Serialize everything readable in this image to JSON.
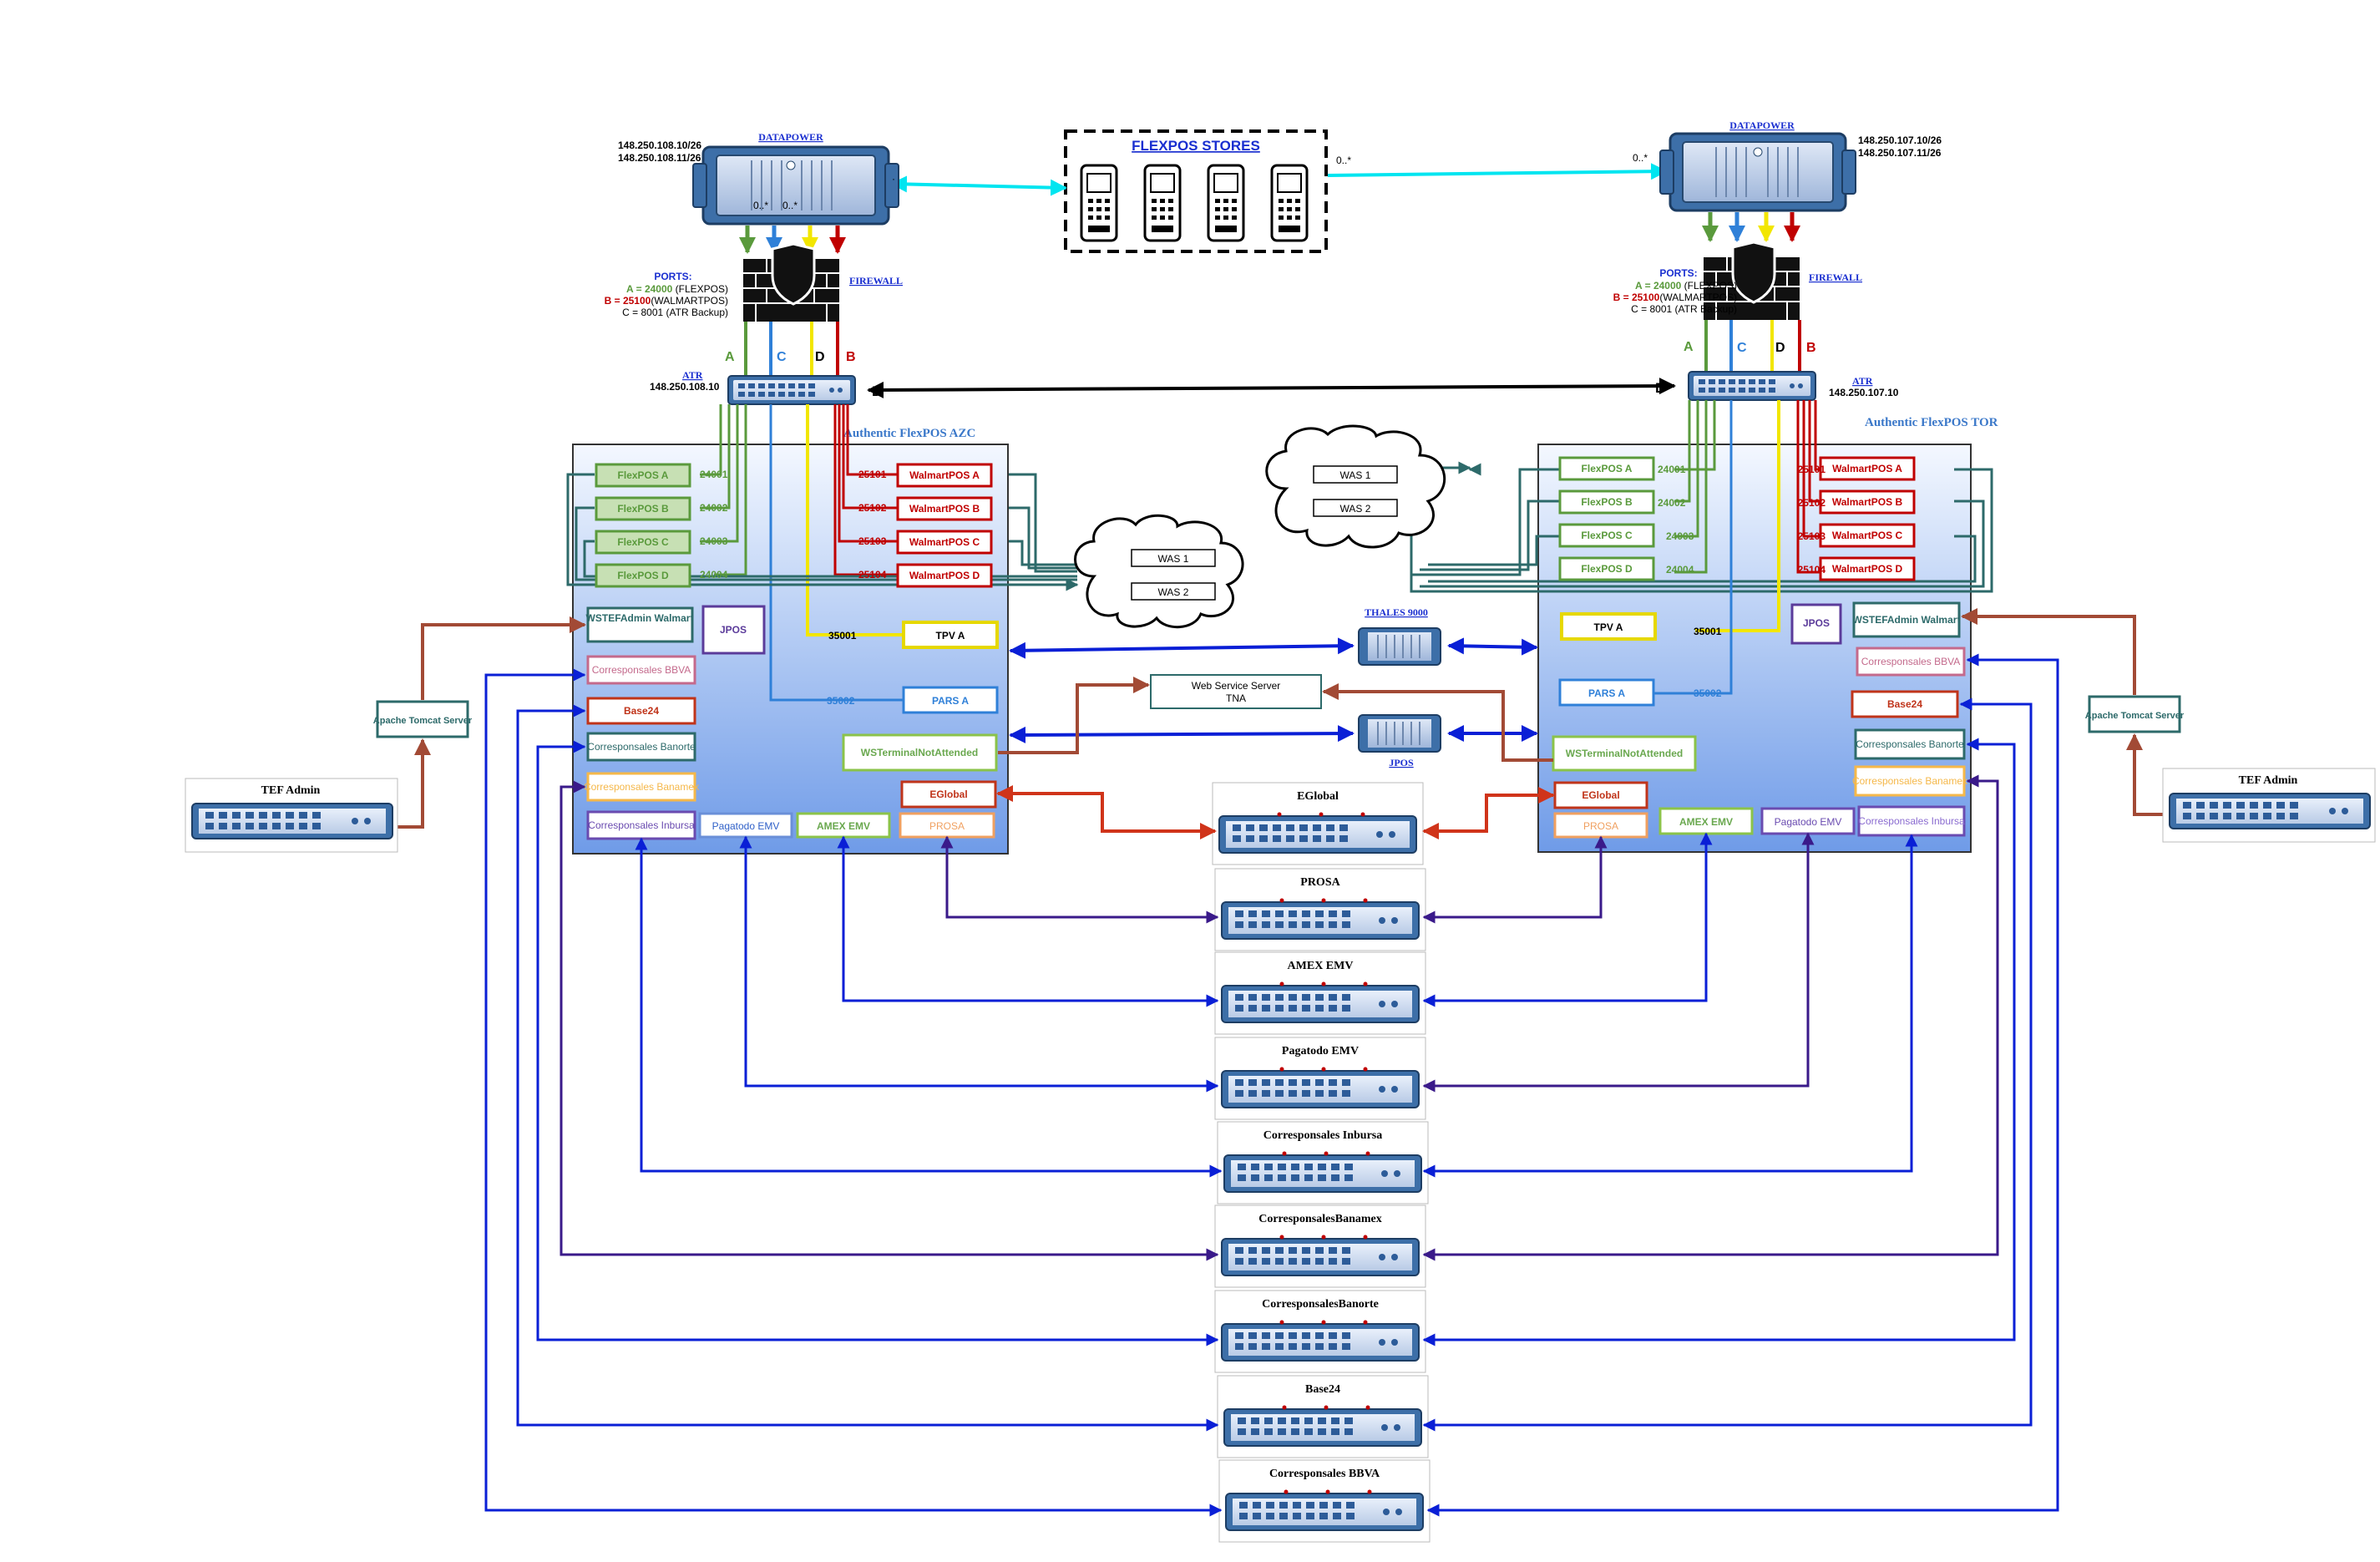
{
  "colors": {
    "green": "#5a9a3c",
    "red": "#c00000",
    "blue_conn": "#0a1fd6",
    "purple_conn": "#3a1a8a",
    "brown_conn": "#a24a35",
    "cyan": "#00e5f0",
    "yellow": "#f2e600",
    "teal_conn": "#2d6a6a",
    "panel_top": "#f4f8ff",
    "panel_bottom": "#6f9be8"
  },
  "stores": {
    "title": "FLEXPOS STORES",
    "mult_right": "0..*"
  },
  "left_site": {
    "datapower_label": "DATAPOWER",
    "ips": [
      "148.250.108.10/26",
      "148.250.108.11/26"
    ],
    "mult": [
      "0..*",
      "0..*"
    ],
    "firewall_label": "FIREWALL",
    "ports_title": "PORTS:",
    "ports": [
      {
        "key": "A = 24000",
        "desc": " (FLEXPOS)"
      },
      {
        "key": "B = 25100",
        "desc": "(WALMARTPOS)"
      },
      {
        "key": "C = 8001",
        "desc": " (ATR Backup)"
      }
    ],
    "line_letters": [
      "A",
      "C",
      "D",
      "B"
    ],
    "atr_label": "ATR",
    "atr_ip": "148.250.108.10",
    "panel_title": "Authentic FlexPOS AZC",
    "flexpos": [
      "FlexPOS A",
      "FlexPOS B",
      "FlexPOS C",
      "FlexPOS D"
    ],
    "flexpos_ports": [
      "24001",
      "24002",
      "24003",
      "24004"
    ],
    "walmart": [
      "WalmartPOS A",
      "WalmartPOS B",
      "WalmartPOS C",
      "WalmartPOS D"
    ],
    "walmart_ports": [
      "25101",
      "25102",
      "25103",
      "25104"
    ],
    "wstef": "WSTEFAdmin Walmart",
    "jpos": "JPOS",
    "tpv": "TPV A",
    "tpv_port": "35001",
    "pars": "PARS A",
    "pars_port": "35002",
    "bbva": "Corresponsales BBVA",
    "base24": "Base24",
    "banorte": "Corresponsales Banorte",
    "banamex": "Corresponsales Banamex",
    "wsterminal": "WSTerminalNotAttended",
    "eglobal": "EGlobal",
    "inbursa": "Corresponsales Inbursa",
    "pagatodo": "Pagatodo EMV",
    "amex": "AMEX EMV",
    "prosa": "PROSA",
    "tomcat": "Apache Tomcat Server",
    "tef_admin": "TEF Admin"
  },
  "right_site": {
    "datapower_label": "DATAPOWER",
    "ips": [
      "148.250.107.10/26",
      "148.250.107.11/26"
    ],
    "mult": "0..*",
    "firewall_label": "FIREWALL",
    "ports_title": "PORTS:",
    "ports": [
      {
        "key": "A = 24000",
        "desc": " (FLEXPOS)"
      },
      {
        "key": "B = 25100",
        "desc": "(WALMARTPOS)"
      },
      {
        "key": "C = 8001",
        "desc": " (ATR Backup)"
      }
    ],
    "line_letters": [
      "A",
      "C",
      "D",
      "B"
    ],
    "atr_label": "ATR",
    "atr_ip": "148.250.107.10",
    "panel_title": "Authentic FlexPOS TOR",
    "flexpos": [
      "FlexPOS A",
      "FlexPOS B",
      "FlexPOS C",
      "FlexPOS D"
    ],
    "flexpos_ports": [
      "24001",
      "24002",
      "24003",
      "24004"
    ],
    "walmart": [
      "WalmartPOS A",
      "WalmartPOS B",
      "WalmartPOS C",
      "WalmartPOS D"
    ],
    "walmart_ports": [
      "25101",
      "25102",
      "25103",
      "25104"
    ],
    "tpv": "TPV A",
    "tpv_port": "35001",
    "jpos": "JPOS",
    "wstef": "WSTEFAdmin Walmart",
    "bbva": "Corresponsales BBVA",
    "pars": "PARS A",
    "pars_port": "35002",
    "base24": "Base24",
    "banorte": "Corresponsales Banorte",
    "banamex": "Corresponsales Banamex",
    "wsterminal": "WSTerminalNotAttended",
    "eglobal": "EGlobal",
    "prosa": "PROSA",
    "amex": "AMEX EMV",
    "pagatodo": "Pagatodo EMV",
    "inbursa": "Corresponsales Inbursa",
    "tomcat": "Apache Tomcat Server",
    "tef_admin": "TEF Admin"
  },
  "atr_link_letter": "D",
  "was_left": [
    "WAS 1",
    "WAS 2"
  ],
  "was_right": [
    "WAS 1",
    "WAS 2"
  ],
  "thales": "THALES 9000",
  "jpos_center": "JPOS",
  "web_service": [
    "Web Service Server",
    "TNA"
  ],
  "hosts": [
    "EGlobal",
    "PROSA",
    "AMEX EMV",
    "Pagatodo EMV",
    "Corresponsales Inbursa",
    "CorresponsalesBanamex",
    "CorresponsalesBanorte",
    "Base24",
    "Corresponsales BBVA"
  ]
}
